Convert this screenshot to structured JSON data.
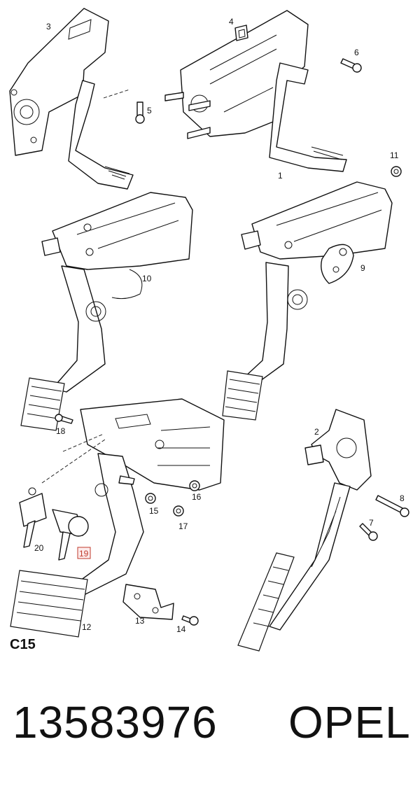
{
  "callouts": {
    "c1": "1",
    "c2": "2",
    "c3": "3",
    "c4": "4",
    "c5": "5",
    "c6": "6",
    "c7": "7",
    "c8": "8",
    "c9": "9",
    "c10": "10",
    "c11": "11",
    "c12": "12",
    "c13": "13",
    "c14": "14",
    "c15": "15",
    "c16": "16",
    "c17": "17",
    "c18": "18",
    "c19": "19",
    "c20": "20"
  },
  "highlighted_callout": "19",
  "section_code": "C15",
  "footer": {
    "part_number": "13583976",
    "brand": "OPEL"
  },
  "colors": {
    "ink": "#111111",
    "highlight": "#c0392b",
    "background": "#ffffff"
  }
}
